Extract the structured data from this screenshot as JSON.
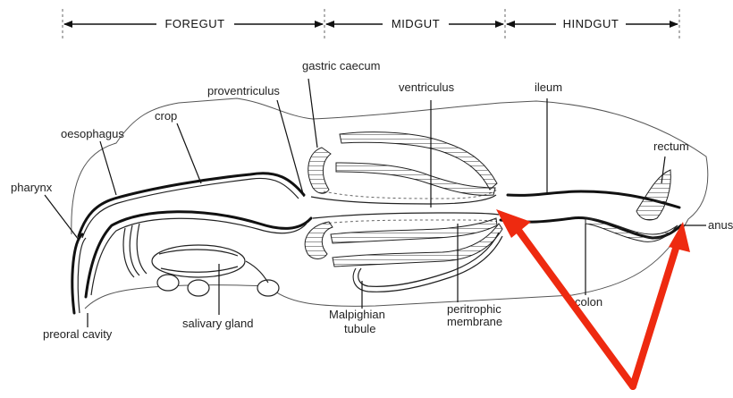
{
  "regions": {
    "foregut": "FOREGUT",
    "midgut": "MIDGUT",
    "hindgut": "HINDGUT"
  },
  "labels": {
    "gastric_caecum": "gastric caecum",
    "proventriculus": "proventriculus",
    "ventriculus": "ventriculus",
    "ileum": "ileum",
    "crop": "crop",
    "oesophagus": "oesophagus",
    "rectum": "rectum",
    "pharynx": "pharynx",
    "anus": "anus",
    "colon": "colon",
    "peritrophic_membrane_line1": "peritrophic",
    "peritrophic_membrane_line2": "membrane",
    "malpighian_tubule_line1": "Malpighian",
    "malpighian_tubule_line2": "tubule",
    "salivary_gland": "salivary gland",
    "preoral_cavity": "preoral cavity"
  },
  "annotation": {
    "arrow_color": "#ee2a10"
  }
}
